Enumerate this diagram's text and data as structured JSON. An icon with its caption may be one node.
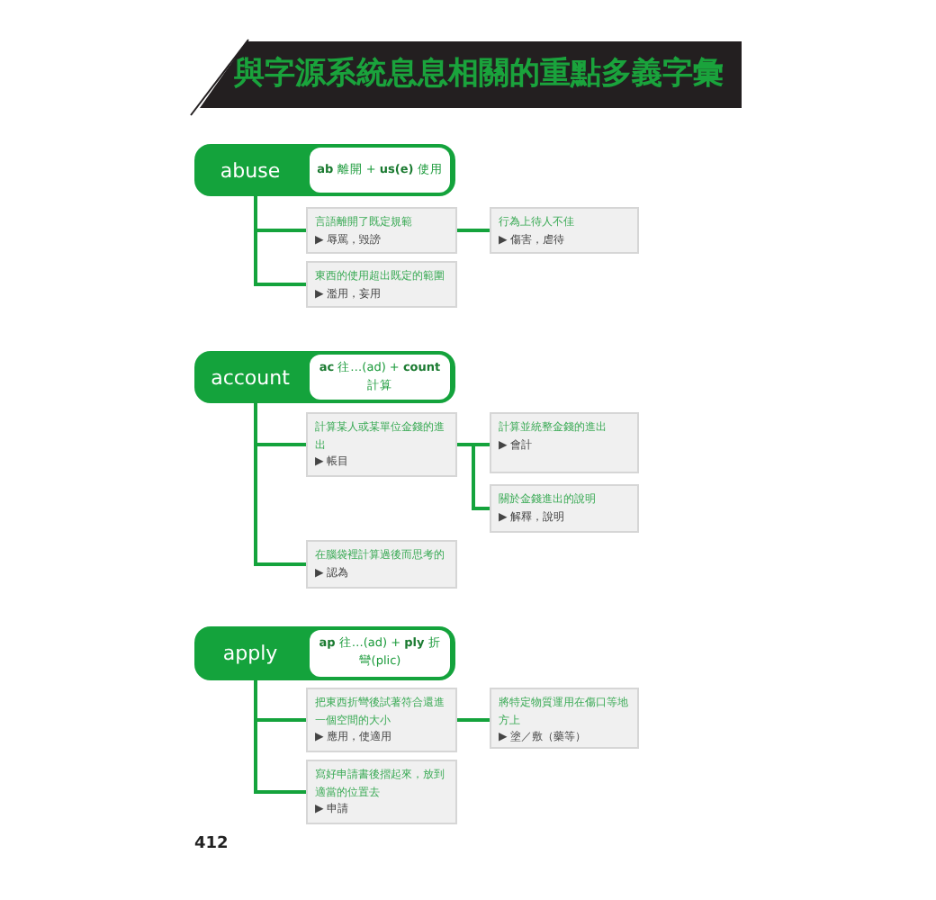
{
  "diagram": {
    "title": "與字源系統息息相關的重點多義字彙",
    "nodes": [
      {
        "text": [
          "abuse"
        ]
      },
      {
        "text": [
          "**ab** 離開 + **us(e)** 使用"
        ],
        "in": 0
      },
      {
        "text": [
          "言語離開了既定規範",
          "▶ 辱罵，毀謗"
        ]
      },
      {
        "text": [
          "行為上待人不佳",
          "▶ 傷害，虐待"
        ]
      },
      {
        "text": [
          "東西的使用超出既定的範圍",
          "▶ 濫用，妄用"
        ]
      },
      {
        "text": [
          "account"
        ]
      },
      {
        "text": [
          "**ac** 往…(ad) + **count** 計算"
        ],
        "in": 5
      },
      {
        "text": [
          "計算某人或某單位金錢的進出",
          "▶ 帳目"
        ]
      },
      {
        "text": [
          "計算並統整金錢的進出",
          "▶ 會計"
        ]
      },
      {
        "text": [
          "關於金錢進出的說明",
          "▶ 解釋，說明"
        ]
      },
      {
        "text": [
          "在腦袋裡計算過後而思考的",
          "▶ 認為"
        ]
      },
      {
        "text": [
          "apply"
        ]
      },
      {
        "text": [
          "**ap** 往…(ad) + **ply** 折彎(plic)"
        ],
        "in": 11
      },
      {
        "text": [
          "把東西折彎後試著符合還進一個空間的大小",
          "▶ 應用，使適用"
        ]
      },
      {
        "text": [
          "將特定物質運用在傷口等地方上",
          "▶ 塗／敷（藥等）"
        ]
      },
      {
        "text": [
          "寫好申請書後摺起來，放到適當的位置去",
          "▶ 申請"
        ]
      }
    ],
    "edges": [
      {
        "from": 0,
        "to": 2,
        "arrow": "none"
      },
      {
        "from": 0,
        "to": 4,
        "arrow": "none"
      },
      {
        "from": 2,
        "to": 3,
        "arrow": "none"
      },
      {
        "from": 5,
        "to": 7,
        "arrow": "none"
      },
      {
        "from": 5,
        "to": 10,
        "arrow": "none"
      },
      {
        "from": 7,
        "to": 8,
        "arrow": "none"
      },
      {
        "from": 7,
        "to": 9,
        "arrow": "none"
      },
      {
        "from": 11,
        "to": 13,
        "arrow": "none"
      },
      {
        "from": 11,
        "to": 15,
        "arrow": "none"
      },
      {
        "from": 13,
        "to": 14,
        "arrow": "none"
      }
    ],
    "labels": [
      "412"
    ]
  }
}
